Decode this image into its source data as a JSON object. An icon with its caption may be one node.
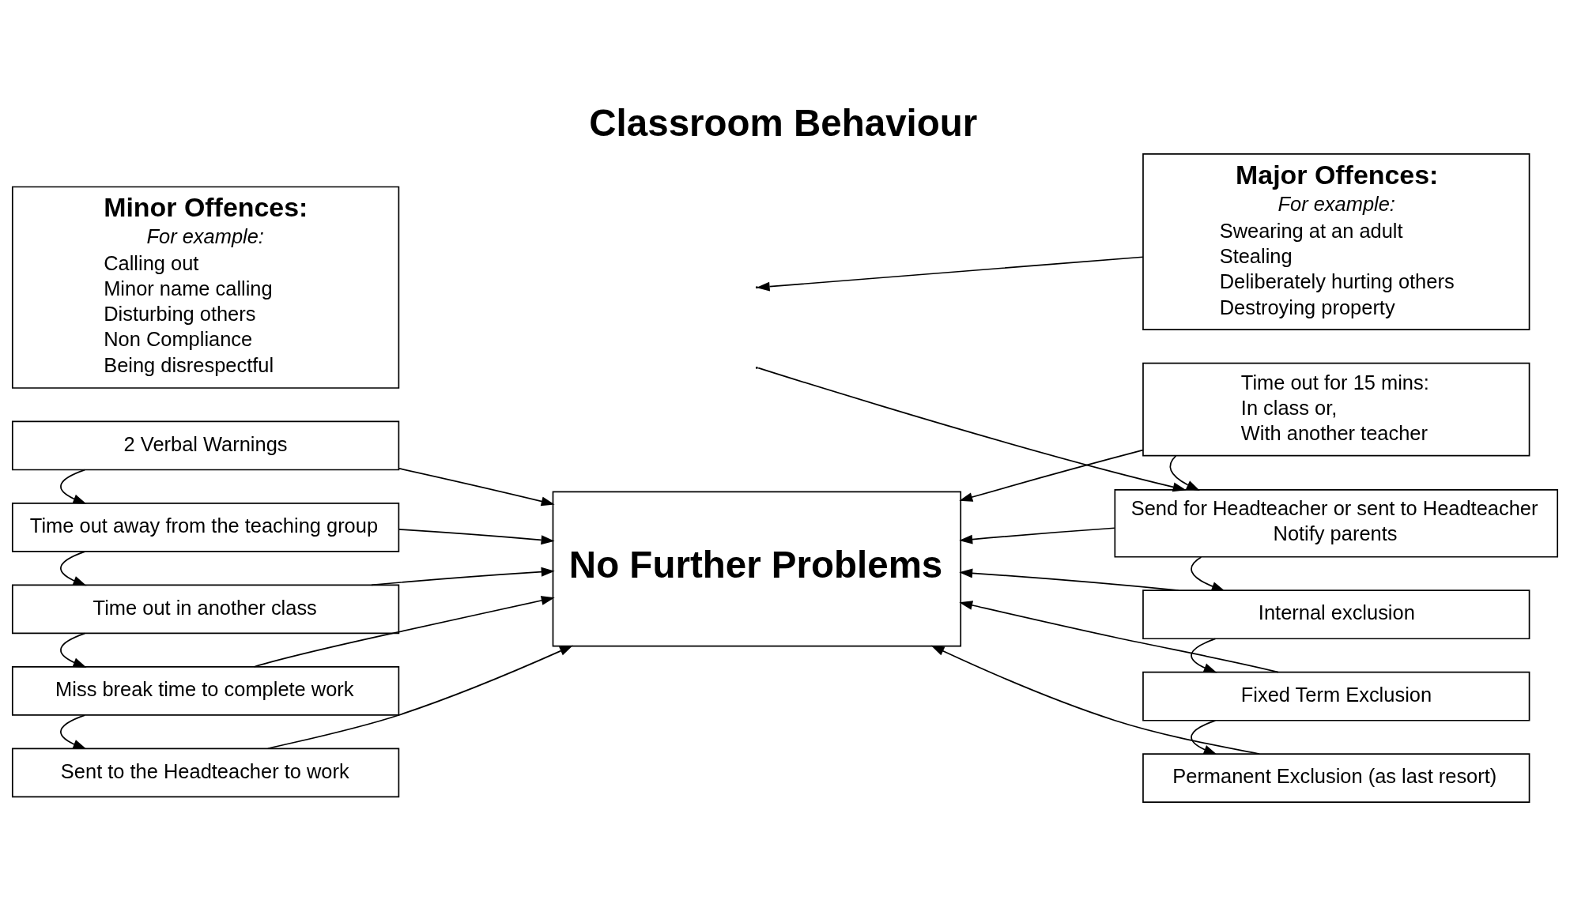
{
  "diagram": {
    "title": "Classroom Behaviour",
    "nodes": [
      {
        "text": [
          "Minor Offences:",
          "For example:",
          "Calling out",
          "Minor name calling",
          "Disturbing others",
          "Non Compliance",
          "Being disrespectful"
        ]
      },
      {
        "text": [
          "Major Offences:",
          "For example:",
          "Swearing at an adult",
          "Stealing",
          "Deliberately hurting others",
          "Destroying property"
        ]
      },
      {
        "text": [
          "2 Verbal Warnings"
        ]
      },
      {
        "text": [
          "Time out away from the teaching group"
        ]
      },
      {
        "text": [
          "Time out in another class"
        ]
      },
      {
        "text": [
          "Miss break time to complete work"
        ]
      },
      {
        "text": [
          "Sent to the Headteacher to work"
        ]
      },
      {
        "text": [
          "No Further Problems"
        ]
      },
      {
        "text": [
          "Time out for 15 mins:",
          "In class or,",
          "With another teacher"
        ]
      },
      {
        "text": [
          "Send for Headteacher or sent to Headteacher",
          "Notify parents"
        ]
      },
      {
        "text": [
          "Internal exclusion"
        ]
      },
      {
        "text": [
          "Fixed Term Exclusion"
        ]
      },
      {
        "text": [
          "Permanent Exclusion (as last resort)"
        ]
      }
    ],
    "edges": [
      {
        "from": 2,
        "to": 3,
        "arrow": "to"
      },
      {
        "from": 3,
        "to": 4,
        "arrow": "to"
      },
      {
        "from": 4,
        "to": 5,
        "arrow": "to"
      },
      {
        "from": 5,
        "to": 6,
        "arrow": "to"
      },
      {
        "from": 2,
        "to": 7,
        "arrow": "to"
      },
      {
        "from": 3,
        "to": 7,
        "arrow": "to"
      },
      {
        "from": 4,
        "to": 7,
        "arrow": "to"
      },
      {
        "from": 5,
        "to": 7,
        "arrow": "to"
      },
      {
        "from": 6,
        "to": 7,
        "arrow": "to"
      },
      {
        "from": 1,
        "to": null,
        "arrow": "to"
      },
      {
        "from": null,
        "to": 9,
        "arrow": "to"
      },
      {
        "from": 8,
        "to": 7,
        "arrow": "to"
      },
      {
        "from": 8,
        "to": 9,
        "arrow": "to"
      },
      {
        "from": 9,
        "to": 7,
        "arrow": "to"
      },
      {
        "from": 9,
        "to": 10,
        "arrow": "to"
      },
      {
        "from": 10,
        "to": 7,
        "arrow": "to"
      },
      {
        "from": 10,
        "to": 11,
        "arrow": "to"
      },
      {
        "from": 11,
        "to": 7,
        "arrow": "to"
      },
      {
        "from": 11,
        "to": 12,
        "arrow": "to"
      },
      {
        "from": 12,
        "to": 7,
        "arrow": "to"
      }
    ]
  }
}
